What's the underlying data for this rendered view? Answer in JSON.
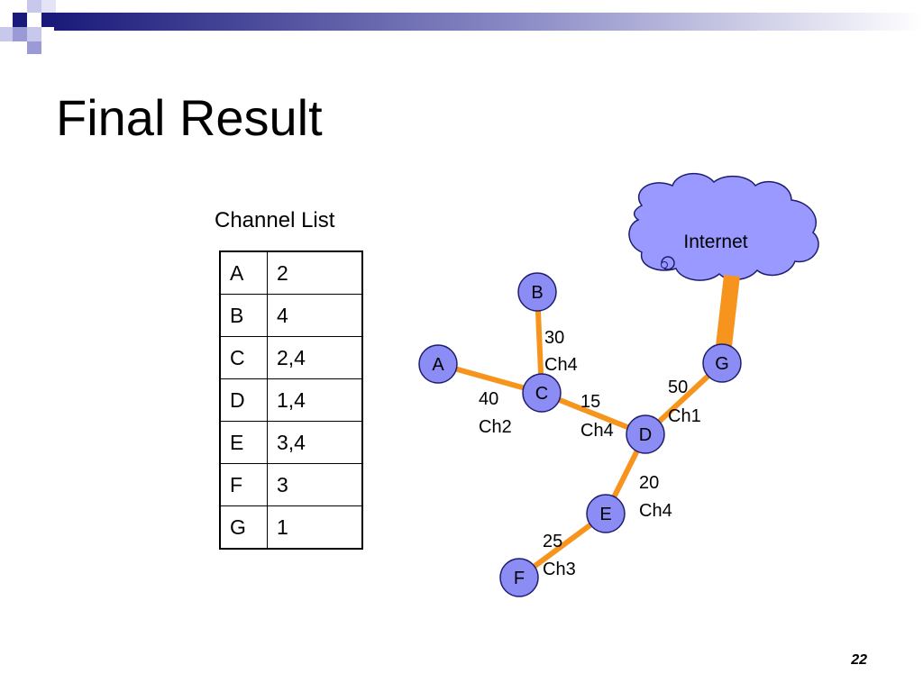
{
  "slide": {
    "title": "Final Result",
    "page_number": "22"
  },
  "channel_list": {
    "caption": "Channel List",
    "rows": [
      {
        "node": "A",
        "channel": "2"
      },
      {
        "node": "B",
        "channel": "4"
      },
      {
        "node": "C",
        "channel": "2,4"
      },
      {
        "node": "D",
        "channel": "1,4"
      },
      {
        "node": "E",
        "channel": "3,4"
      },
      {
        "node": "F",
        "channel": "3"
      },
      {
        "node": "G",
        "channel": "1"
      }
    ]
  },
  "network": {
    "internet_label": "Internet",
    "nodes": [
      "A",
      "B",
      "C",
      "D",
      "E",
      "F",
      "G"
    ],
    "links": [
      {
        "from": "A",
        "to": "C",
        "weight": "40",
        "channel": "Ch2"
      },
      {
        "from": "B",
        "to": "C",
        "weight": "30",
        "channel": "Ch4"
      },
      {
        "from": "C",
        "to": "D",
        "weight": "15",
        "channel": "Ch4"
      },
      {
        "from": "D",
        "to": "G",
        "weight": "50",
        "channel": "Ch1"
      },
      {
        "from": "D",
        "to": "E",
        "weight": "20",
        "channel": "Ch4"
      },
      {
        "from": "E",
        "to": "F",
        "weight": "25",
        "channel": "Ch3"
      }
    ],
    "colors": {
      "link": "#f7941d",
      "node_fill": "#8c8cf5",
      "cloud_fill": "#9999ff",
      "outline": "#1e1e6e"
    }
  }
}
